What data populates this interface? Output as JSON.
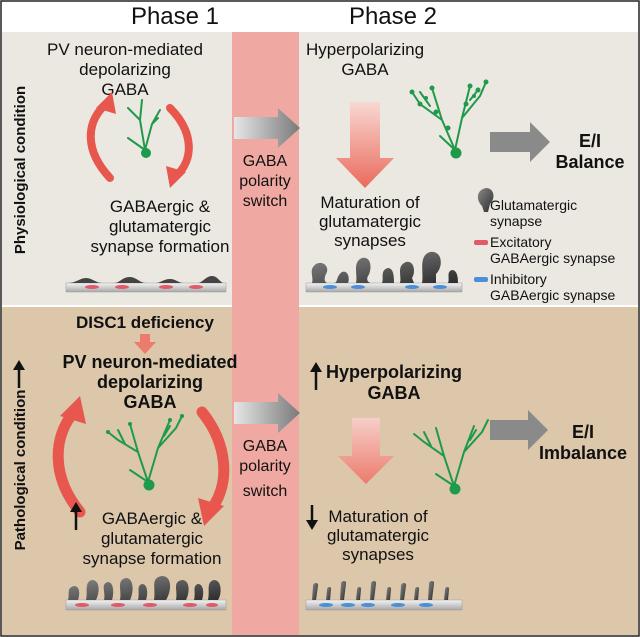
{
  "header": {
    "phase1": "Phase 1",
    "phase2": "Phase 2"
  },
  "side_labels": {
    "physiological": "Physiological condition",
    "pathological": "Pathological condition"
  },
  "physiological": {
    "phase1_top": [
      "PV neuron-mediated",
      "depolarizing",
      "GABA"
    ],
    "phase1_bottom": [
      "GABAergic &",
      "glutamatergic",
      "synapse formation"
    ],
    "phase2_top": [
      "Hyperpolarizing",
      "GABA"
    ],
    "phase2_bottom": [
      "Maturation of",
      "glutamatergic",
      "synapses"
    ],
    "outcome": [
      "E/I",
      "Balance"
    ]
  },
  "switch": {
    "top": [
      "GABA",
      "polarity",
      "switch"
    ],
    "bottom": [
      "GABA",
      "polarity",
      "switch"
    ]
  },
  "legend": {
    "glutamatergic": [
      "Glutamatergic",
      "synapse"
    ],
    "excitatory": [
      "Excitatory",
      "GABAergic synapse"
    ],
    "inhibitory": [
      "Inhibitory",
      "GABAergic synapse"
    ]
  },
  "pathological": {
    "deficiency": "DISC1 deficiency",
    "phase1_top": [
      "PV neuron-mediated",
      "depolarizing",
      "GABA"
    ],
    "phase1_bottom": [
      "GABAergic &",
      "glutamatergic",
      "synapse formation"
    ],
    "phase2_top": [
      "Hyperpolarizing",
      "GABA"
    ],
    "phase2_bottom": [
      "Maturation of",
      "glutamatergic",
      "synapses"
    ],
    "outcome": [
      "E/I",
      "Imbalance"
    ]
  },
  "colors": {
    "top_bg": "#ebe8e1",
    "bottom_bg": "#dcc7ab",
    "switch_band": "#f0a9a2",
    "arrow_red": "#e8574d",
    "neuron_green": "#1f9a4a",
    "gray_arrow": "#8a8a8a",
    "excitatory": "#e05a6a",
    "inhibitory": "#4a8fd8"
  }
}
